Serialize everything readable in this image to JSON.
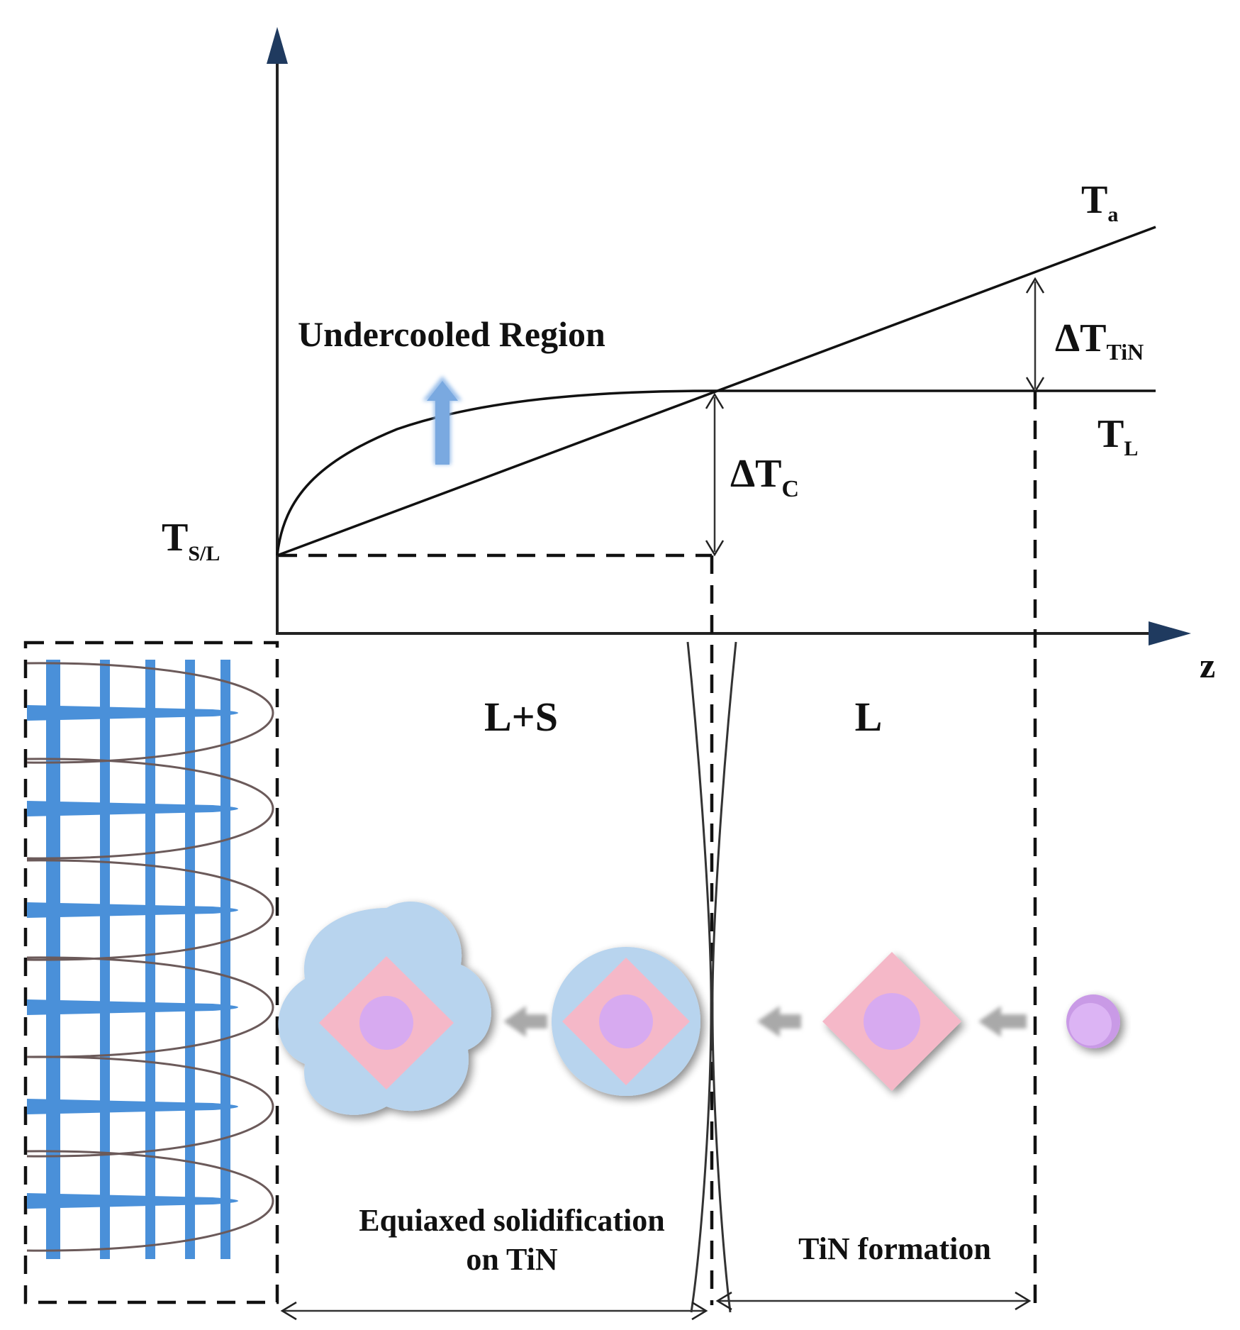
{
  "axes": {
    "x_label": "z"
  },
  "curves": {
    "ta_label": "T",
    "ta_sub": "a",
    "tl_label": "T",
    "tl_sub": "L",
    "tsl_label": "T",
    "tsl_sub": "S/L"
  },
  "deltas": {
    "dtc_label": "ΔT",
    "dtc_sub": "C",
    "dttin_label": "ΔT",
    "dttin_sub": "TiN"
  },
  "regions": {
    "undercooled": "Undercooled Region",
    "mushy": "L+S",
    "liquid": "L",
    "equiaxed_line1": "Equiaxed solidification",
    "equiaxed_line2": "on TiN",
    "tin_formation": "TiN formation"
  },
  "colors": {
    "dendrite_blue": "#4a90d9",
    "arrow_blue": "#8fb8e8",
    "grain_blue": "#b8d4ee",
    "tin_pink": "#f5b8c8",
    "nucleus_purple": "#d7aaf0",
    "gray_arrow": "#a9a9a9"
  }
}
